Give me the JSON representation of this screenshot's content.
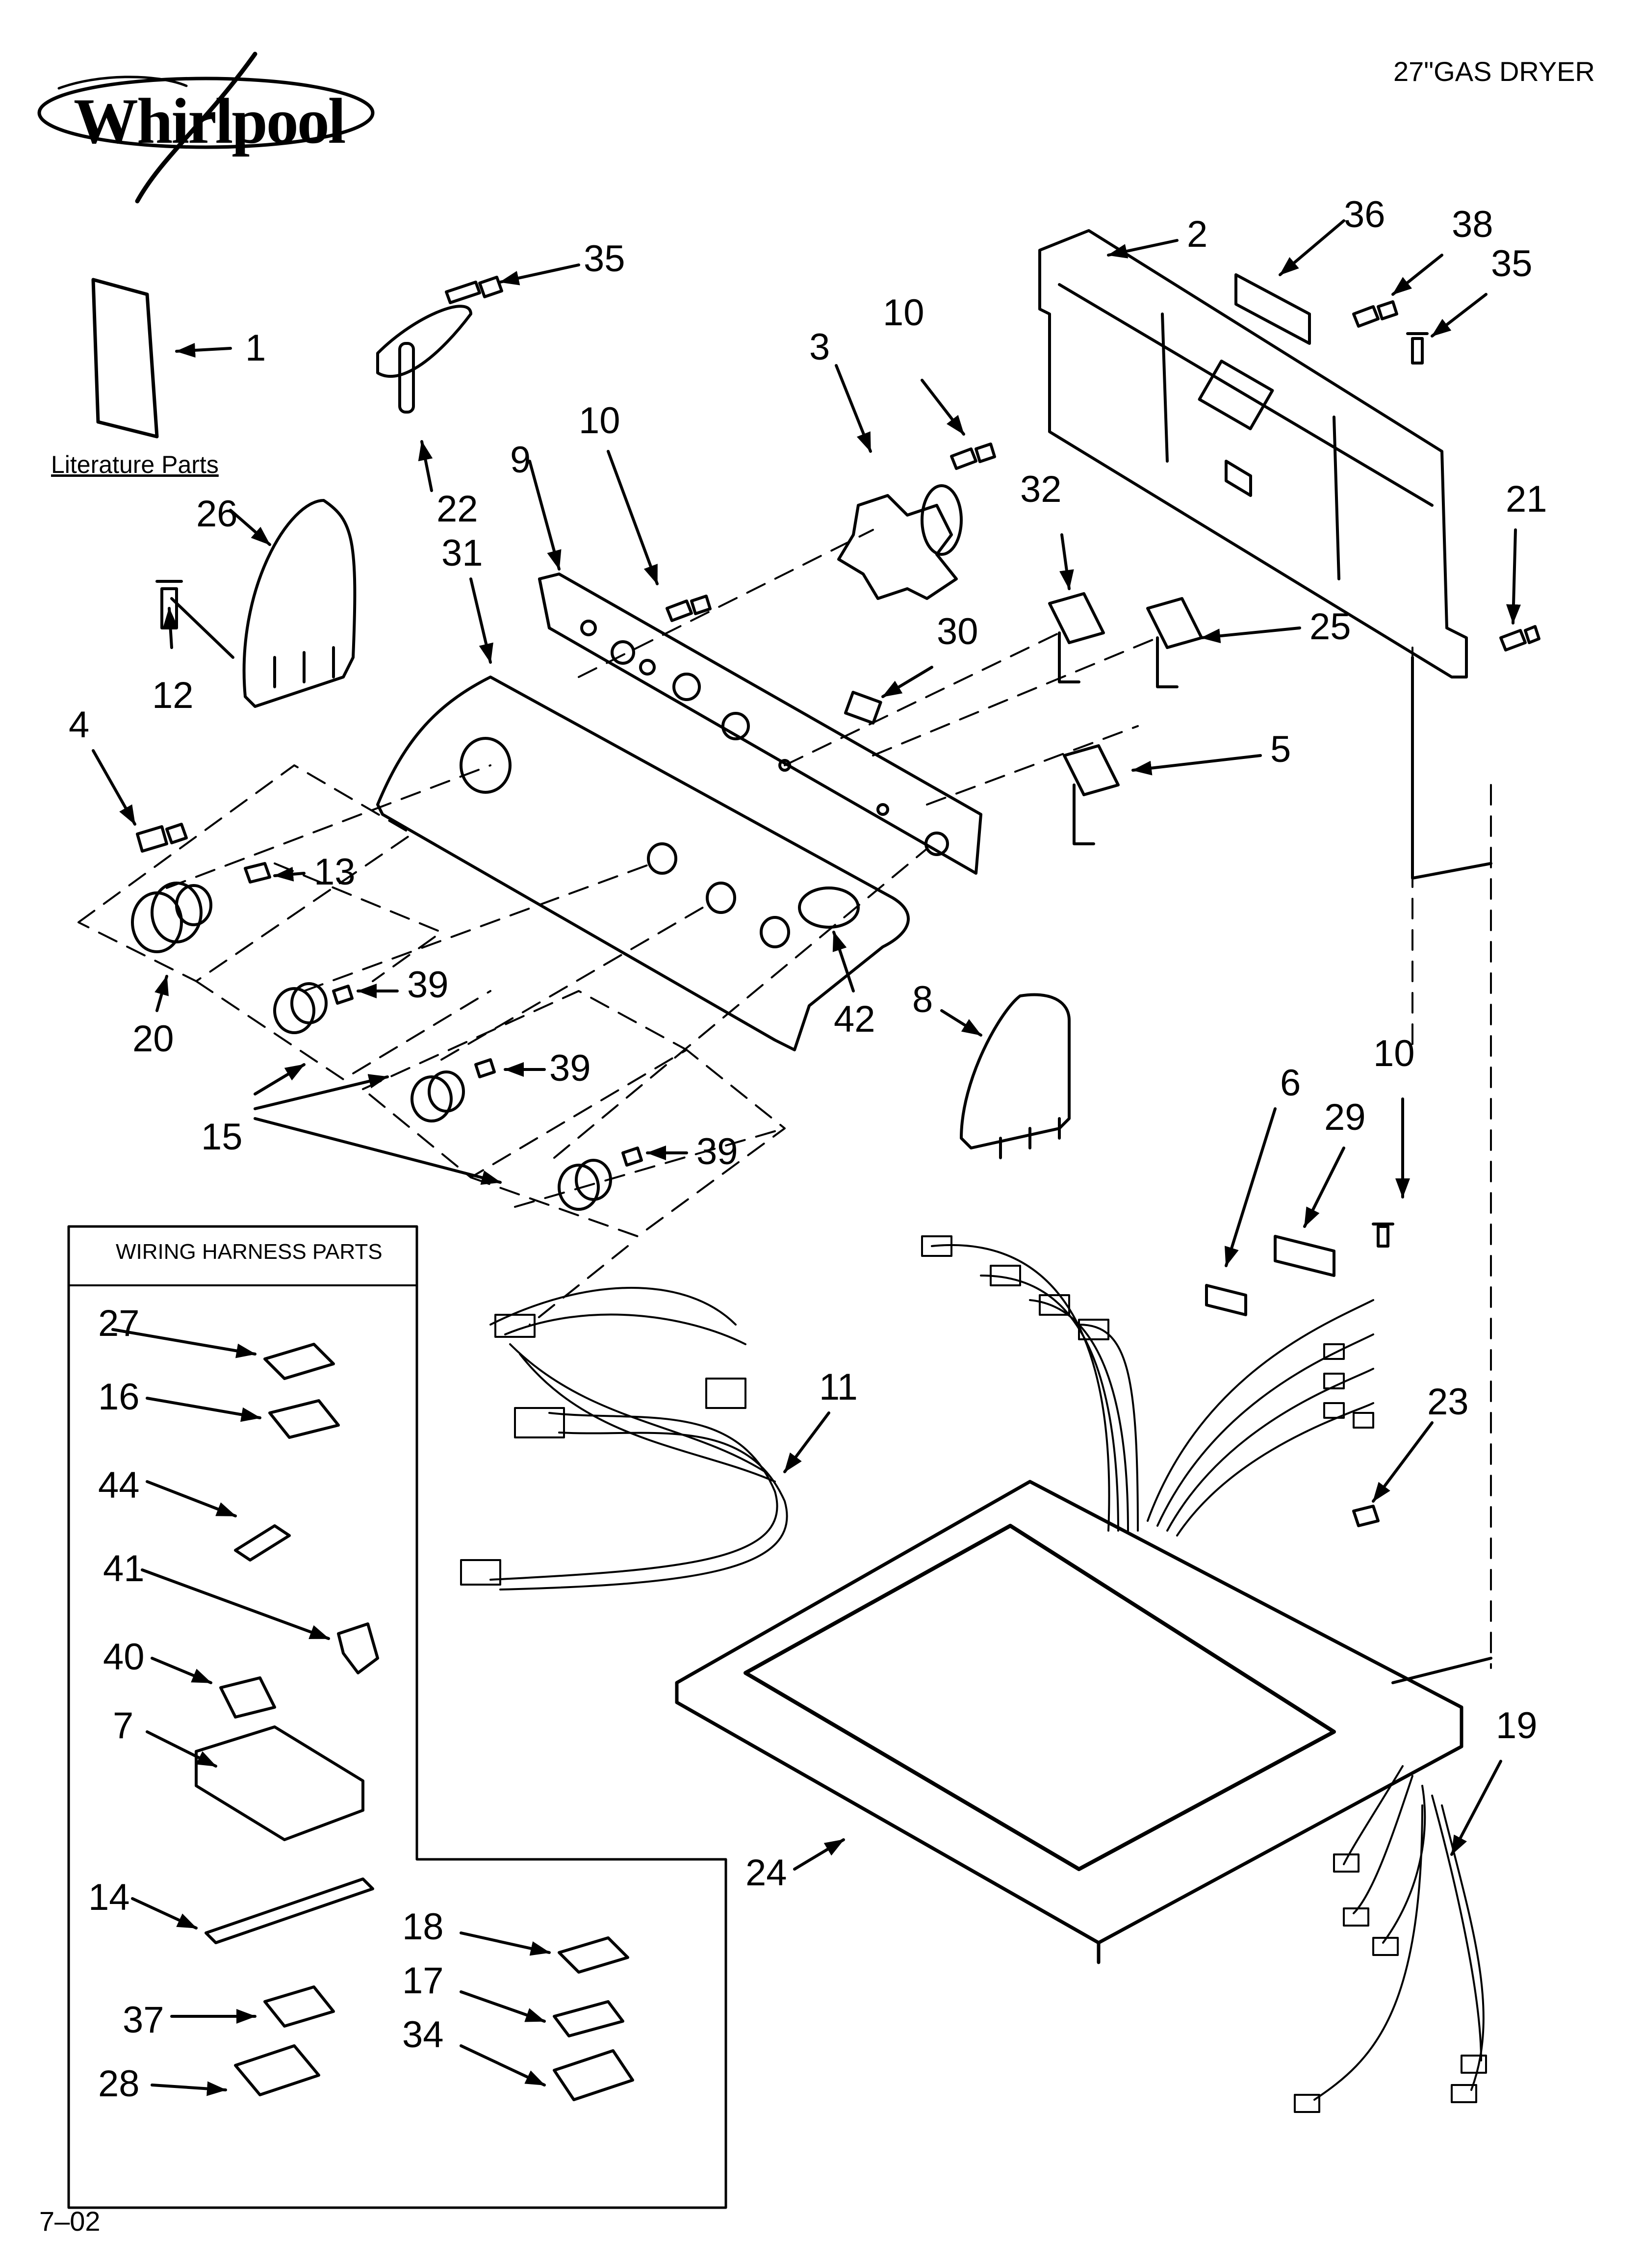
{
  "brand": {
    "name": "Whirlpool"
  },
  "header": {
    "title": "27\"GAS DRYER"
  },
  "labels": {
    "literature_parts": "Literature Parts",
    "wiring_harness_parts": "WIRING HARNESS PARTS"
  },
  "footer": {
    "date_code": "7–02"
  },
  "callouts": {
    "c1": "1",
    "c2": "2",
    "c3": "3",
    "c4": "4",
    "c5": "5",
    "c6": "6",
    "c7": "7",
    "c8": "8",
    "c9": "9",
    "c10a": "10",
    "c10b": "10",
    "c10c": "10",
    "c11": "11",
    "c12": "12",
    "c13": "13",
    "c14": "14",
    "c15": "15",
    "c16": "16",
    "c17": "17",
    "c18": "18",
    "c19": "19",
    "c20": "20",
    "c21": "21",
    "c22": "22",
    "c23": "23",
    "c24": "24",
    "c25": "25",
    "c26": "26",
    "c27": "27",
    "c28": "28",
    "c29": "29",
    "c30": "30",
    "c31": "31",
    "c32": "32",
    "c34": "34",
    "c35a": "35",
    "c35b": "35",
    "c36": "36",
    "c37": "37",
    "c38": "38",
    "c39a": "39",
    "c39b": "39",
    "c39c": "39",
    "c40": "40",
    "c41": "41",
    "c42": "42",
    "c44": "44"
  }
}
